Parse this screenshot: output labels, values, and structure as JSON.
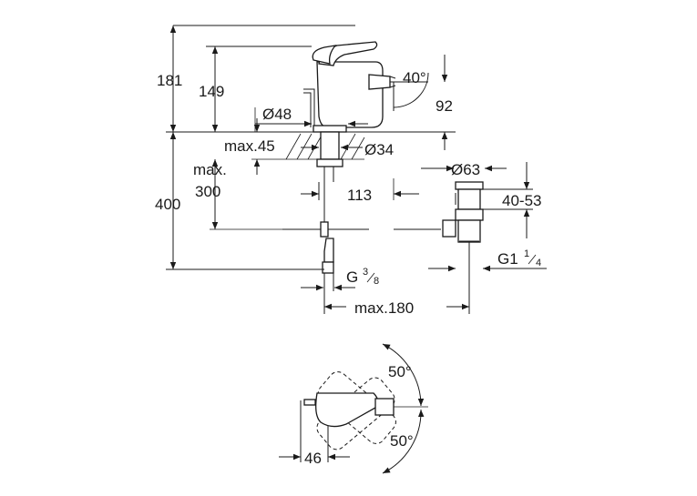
{
  "drawing": {
    "dimensions": {
      "overall_height": "181",
      "spout_height": "149",
      "angle_40": "40°",
      "outlet_92": "92",
      "base_diameter": "Ø48",
      "deck_thickness": "max.45",
      "hole_diameter": "Ø34",
      "max_label": "max.",
      "hose_300": "300",
      "total_400": "400",
      "waste_diameter": "Ø63",
      "waste_range": "40-53",
      "projection_113": "113",
      "waste_thread_base": "G1",
      "waste_thread_num": "1",
      "waste_thread_den": "4",
      "supply_thread_base": "G",
      "supply_thread_num": "3",
      "supply_thread_den": "8",
      "max_180": "max.180",
      "angle_top": "50°",
      "angle_bottom": "50°",
      "handle_46": "46"
    }
  }
}
